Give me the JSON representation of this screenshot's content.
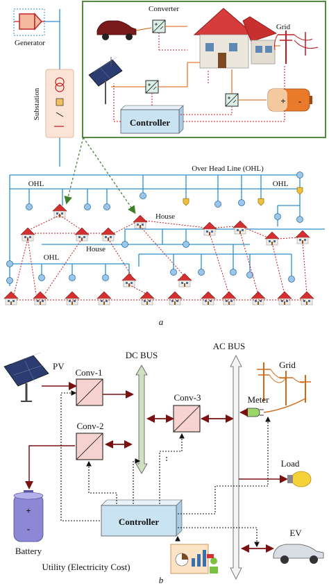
{
  "panel_a": {
    "caption": "a",
    "generator_label": "Generator",
    "substation_label": "Substation",
    "converter_label": "Converter",
    "grid_label": "Grid",
    "controller_label": "Controller",
    "battery_plus": "+",
    "battery_minus": "-",
    "ohl_full_label": "Over Head Line (OHL)",
    "ohl_label": "OHL",
    "house_label": "House"
  },
  "panel_b": {
    "caption": "b",
    "pv_label": "PV",
    "conv1_label": "Conv-1",
    "conv2_label": "Conv-2",
    "conv3_label": "Conv-3",
    "dc_bus_label": "DC BUS",
    "ac_bus_label": "AC BUS",
    "grid_label": "Grid",
    "meter_label": "Meter",
    "load_label": "Load",
    "ev_label": "EV",
    "controller_label": "Controller",
    "battery_label": "Battery",
    "battery_plus": "+",
    "battery_minus": "-",
    "utility_label": "Utility (Electricity Cost)"
  },
  "colors": {
    "feeder_blue": "#2a8fd0",
    "node_fill": "#9cc7ea",
    "frame_green": "#3f7f2a",
    "dashed_red": "#c0181c",
    "controller_fill": "#c9e3f2",
    "dc_bus_fill": "#cfe0c0",
    "bus_arrow_fill": "#f4f4f4",
    "arrow_dark_red": "#7a1010",
    "converter_fill": "#f6d3d0",
    "pole_orange": "#d06a18"
  }
}
